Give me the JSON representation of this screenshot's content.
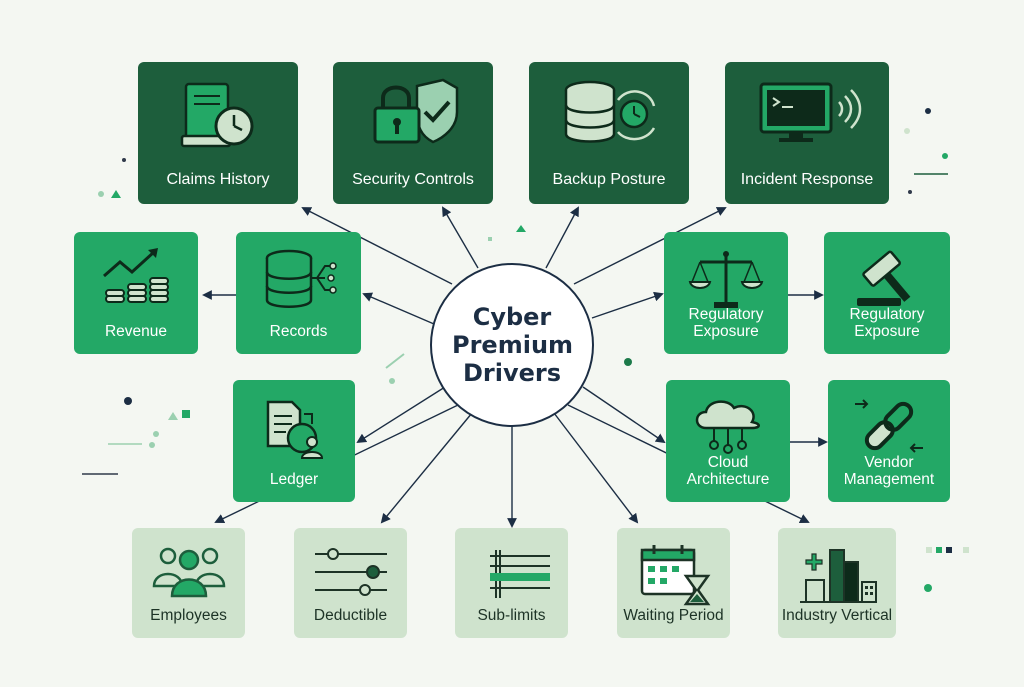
{
  "hub": {
    "title": "Cyber Premium Drivers"
  },
  "top_row": [
    {
      "label": "Claims History",
      "icon": "book-clock-icon"
    },
    {
      "label": "Security Controls",
      "icon": "lock-shield-icon"
    },
    {
      "label": "Backup Posture",
      "icon": "database-sync-icon"
    },
    {
      "label": "Incident Response",
      "icon": "terminal-monitor-icon"
    }
  ],
  "left_group": [
    {
      "label": "Revenue",
      "icon": "coins-growth-icon"
    },
    {
      "label": "Records",
      "icon": "database-network-icon"
    },
    {
      "label": "Ledger",
      "icon": "document-person-icon"
    }
  ],
  "right_group": [
    {
      "label": "Regulatory\nExposure",
      "icon": "scales-icon"
    },
    {
      "label": "Regulatory\nExposure",
      "icon": "gavel-icon"
    },
    {
      "label": "Cloud\nArchitecture",
      "icon": "cloud-network-icon"
    },
    {
      "label": "Vendor\nManagement",
      "icon": "chain-link-icon"
    }
  ],
  "bottom_row": [
    {
      "label": "Employees",
      "icon": "people-group-icon"
    },
    {
      "label": "Deductible",
      "icon": "sliders-icon"
    },
    {
      "label": "Sub-limits",
      "icon": "list-lines-icon"
    },
    {
      "label": "Waiting Period",
      "icon": "calendar-hourglass-icon"
    },
    {
      "label": "Industry Vertical",
      "icon": "buildings-icon"
    }
  ],
  "colors": {
    "dark_tile": "#1d5e3c",
    "mid_tile": "#23a866",
    "light_tile": "#cfe3cd",
    "connector": "#1c2e44",
    "background": "#f4f7f2"
  }
}
